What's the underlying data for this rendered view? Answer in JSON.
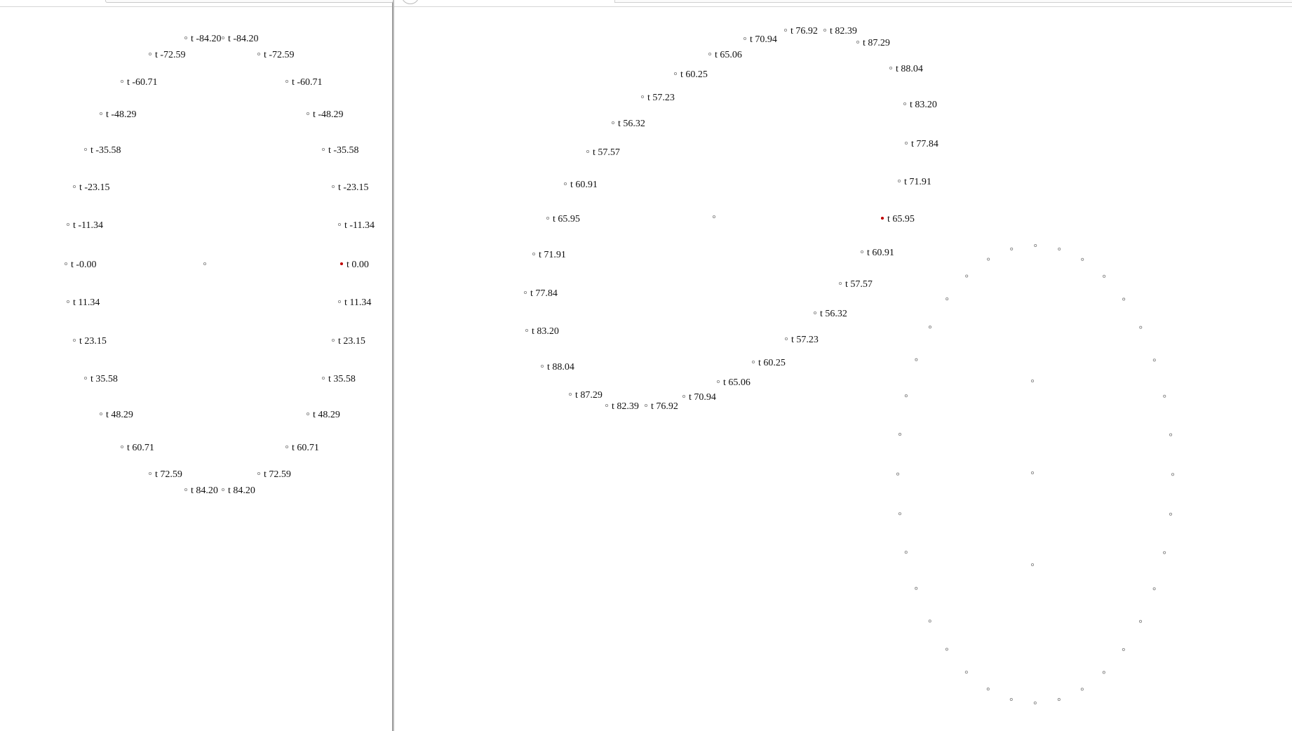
{
  "colors": {
    "marker_stroke": "#8a8a8a",
    "marker_highlight": "#c00000",
    "label_text": "#111111"
  },
  "left_pane": {
    "labels": [
      "t -84.20",
      "t -84.20",
      "t -72.59",
      "t -72.59",
      "t -60.71",
      "t -60.71",
      "t -48.29",
      "t -48.29",
      "t -35.58",
      "t -35.58",
      "t -23.15",
      "t -23.15",
      "t -11.34",
      "t -11.34",
      "t -0.00",
      "t 0.00",
      "t 11.34",
      "t 11.34",
      "t 23.15",
      "t 23.15",
      "t 35.58",
      "t 35.58",
      "t 48.29",
      "t 48.29",
      "t 60.71",
      "t 60.71",
      "t 72.59",
      "t 72.59",
      "t 84.20",
      "t 84.20"
    ]
  },
  "right_pane": {
    "labels": [
      "t 76.92",
      "t 82.39",
      "t 70.94",
      "t 87.29",
      "t 65.06",
      "t 88.04",
      "t 60.25",
      "t 57.23",
      "t 83.20",
      "t 56.32",
      "t 77.84",
      "t 57.57",
      "t 60.91",
      "t 71.91",
      "t 65.95",
      "t 65.95",
      "t 71.91",
      "t 60.91",
      "t 57.57",
      "t 77.84",
      "t 56.32",
      "t 83.20",
      "t 57.23",
      "t 60.25",
      "t 88.04",
      "t 65.06",
      "t 70.94",
      "t 87.29",
      "t 82.39",
      "t 76.92"
    ]
  }
}
